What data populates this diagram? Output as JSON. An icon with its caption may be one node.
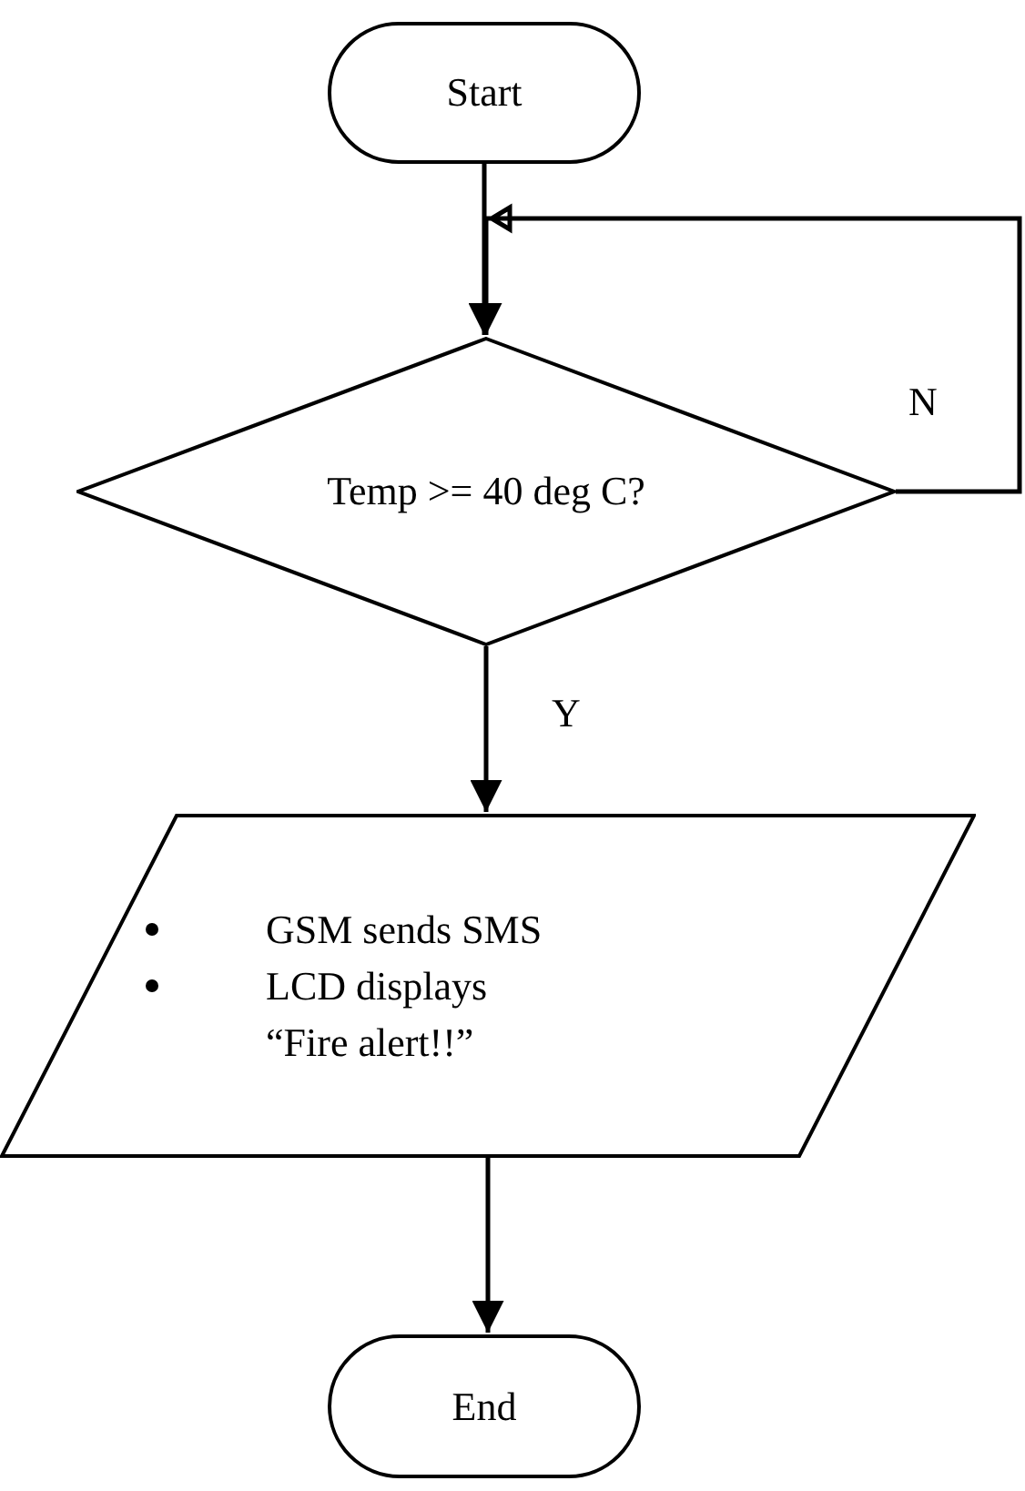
{
  "diagram": {
    "nodes": [
      {
        "text": [
          "Start"
        ]
      },
      {
        "text": [
          "Temp >= 40 deg C?"
        ]
      },
      {
        "text": [
          "GSM sends SMS",
          "LCD displays “Fire alert!!”"
        ]
      },
      {
        "text": [
          "End"
        ]
      }
    ],
    "edges": [
      {
        "from": 0,
        "to": 1,
        "arrow": "to"
      },
      {
        "from": 1,
        "to": 1,
        "arrow": "to",
        "label": "N"
      },
      {
        "from": 1,
        "to": 2,
        "arrow": "to",
        "label": "Y"
      },
      {
        "from": 2,
        "to": 3,
        "arrow": "to"
      }
    ]
  }
}
